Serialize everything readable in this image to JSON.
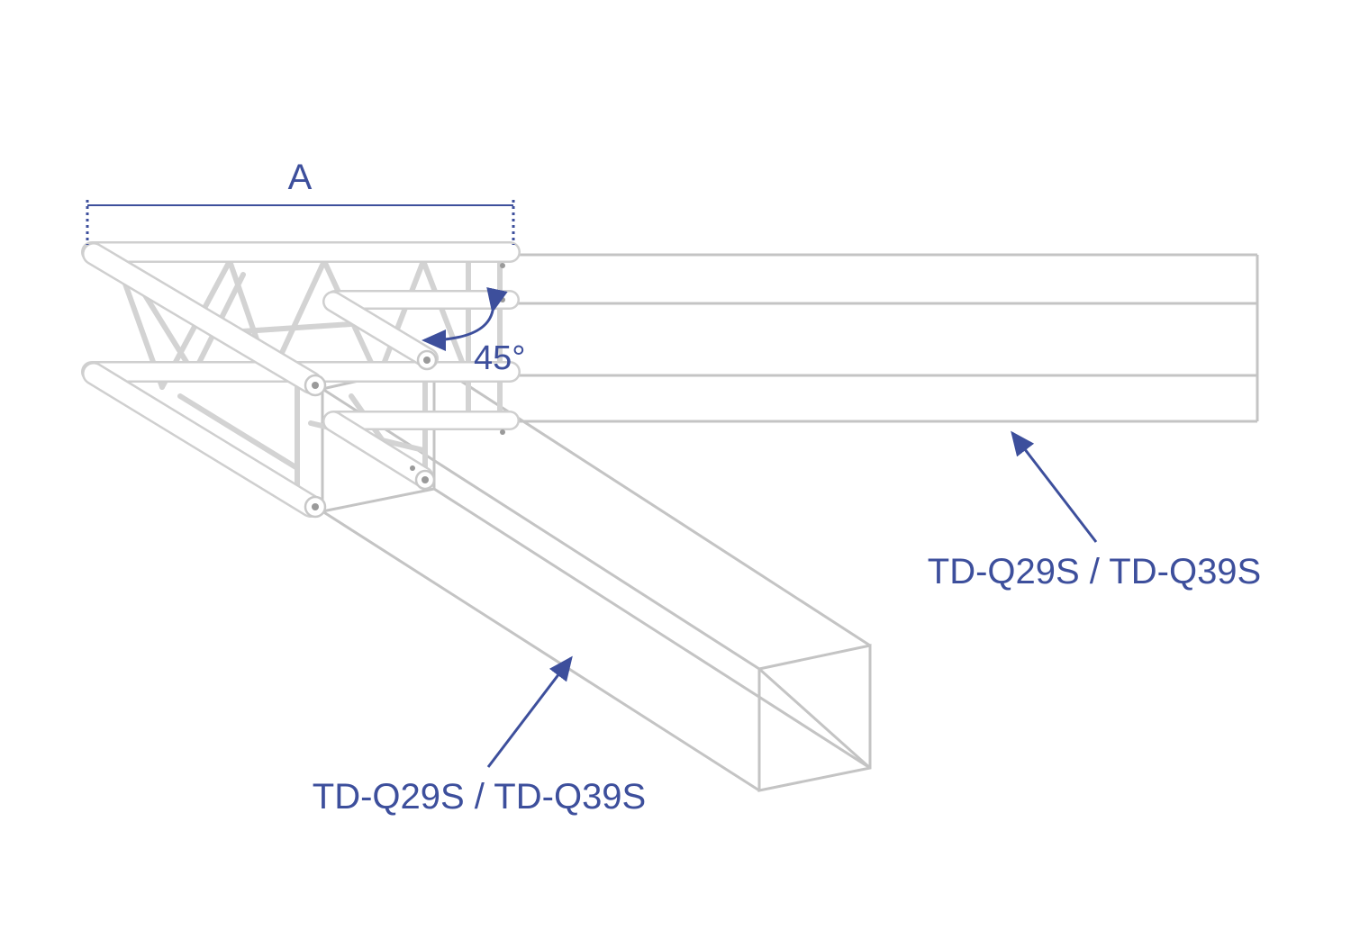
{
  "diagram": {
    "dimension_label": "A",
    "angle_label": "45°",
    "label_straight_section": "TD-Q29S / TD-Q39S",
    "label_angled_section": "TD-Q29S / TD-Q39S",
    "colors": {
      "annotation": "#3d4f9c",
      "outline": "#c4c4c4",
      "truss_stroke": "#cfcfcf",
      "truss_fill": "#ffffff"
    }
  }
}
